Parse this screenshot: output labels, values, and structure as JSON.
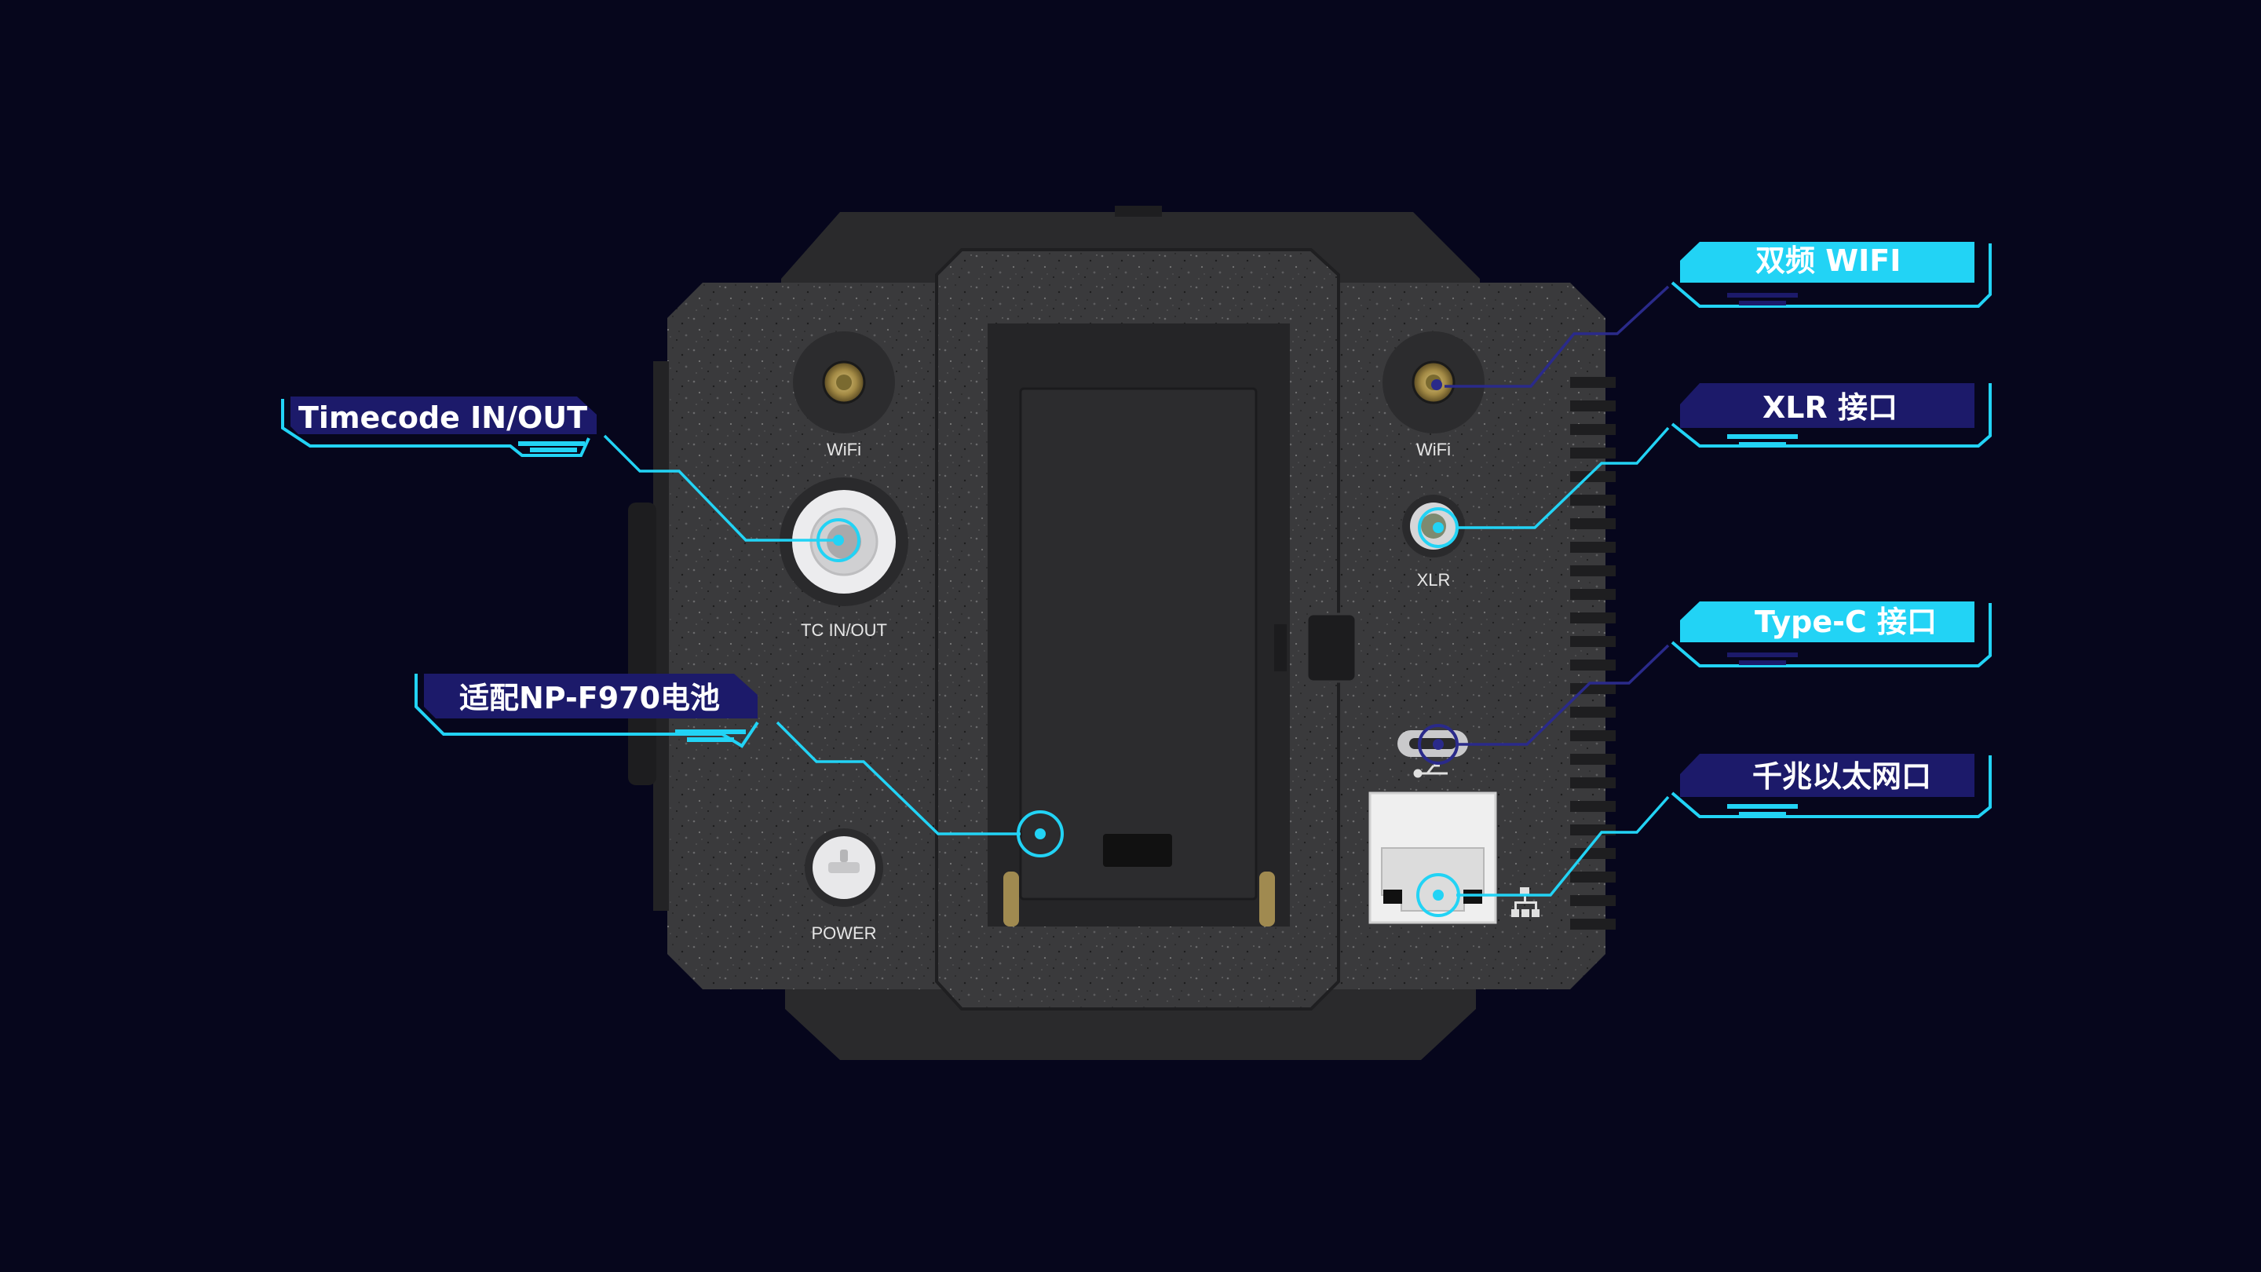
{
  "device": {
    "port_labels": {
      "wifi_left": "WiFi",
      "wifi_right": "WiFi",
      "tc": "TC IN/OUT",
      "xlr": "XLR",
      "power": "POWER"
    }
  },
  "callouts": {
    "timecode": "Timecode IN/OUT",
    "battery": "适配NP-F970电池",
    "dual_wifi": "双频 WIFI",
    "xlr": "XLR 接口",
    "typec": "Type-C 接口",
    "ethernet": "千兆以太网口"
  },
  "colors": {
    "accent": "#22d3f5",
    "dark_label": "#1c1a6a",
    "background": "#06061c",
    "device": "#2b2b2d"
  }
}
